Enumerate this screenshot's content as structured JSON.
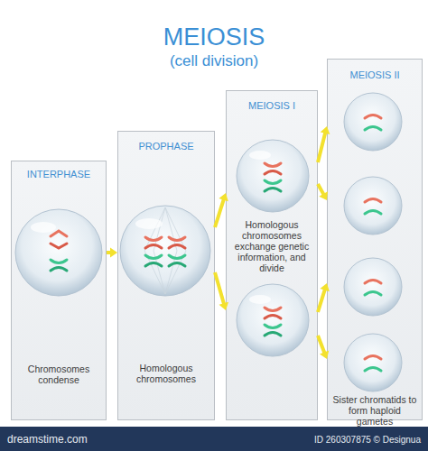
{
  "diagram": {
    "title": "MEIOSIS",
    "nodes": [
      {
        "text": [
          "INTERPHASE",
          "Chromosomes condense"
        ]
      },
      {
        "text": [
          "PROPHASE",
          "Homologous chromosomes"
        ]
      },
      {
        "text": [
          "MEIOSIS I",
          "Homologous chromosomes exchange genetic information, and divide"
        ]
      },
      {
        "text": [
          "MEIOSIS II",
          "Sister chromatids to form haploid gametes"
        ]
      }
    ],
    "edges": [
      {
        "from": 0,
        "to": 1,
        "arrow": "to"
      },
      {
        "from": 1,
        "to": 2,
        "arrow": "to"
      },
      {
        "from": 1,
        "to": 2,
        "arrow": "to"
      },
      {
        "from": 2,
        "to": 3,
        "arrow": "to"
      },
      {
        "from": 2,
        "to": 3,
        "arrow": "to"
      },
      {
        "from": 2,
        "to": 3,
        "arrow": "to"
      },
      {
        "from": 2,
        "to": 3,
        "arrow": "to"
      }
    ],
    "labels": [
      "(cell division)",
      "dreamstime.com",
      "ID 260307875 © Designua"
    ]
  }
}
